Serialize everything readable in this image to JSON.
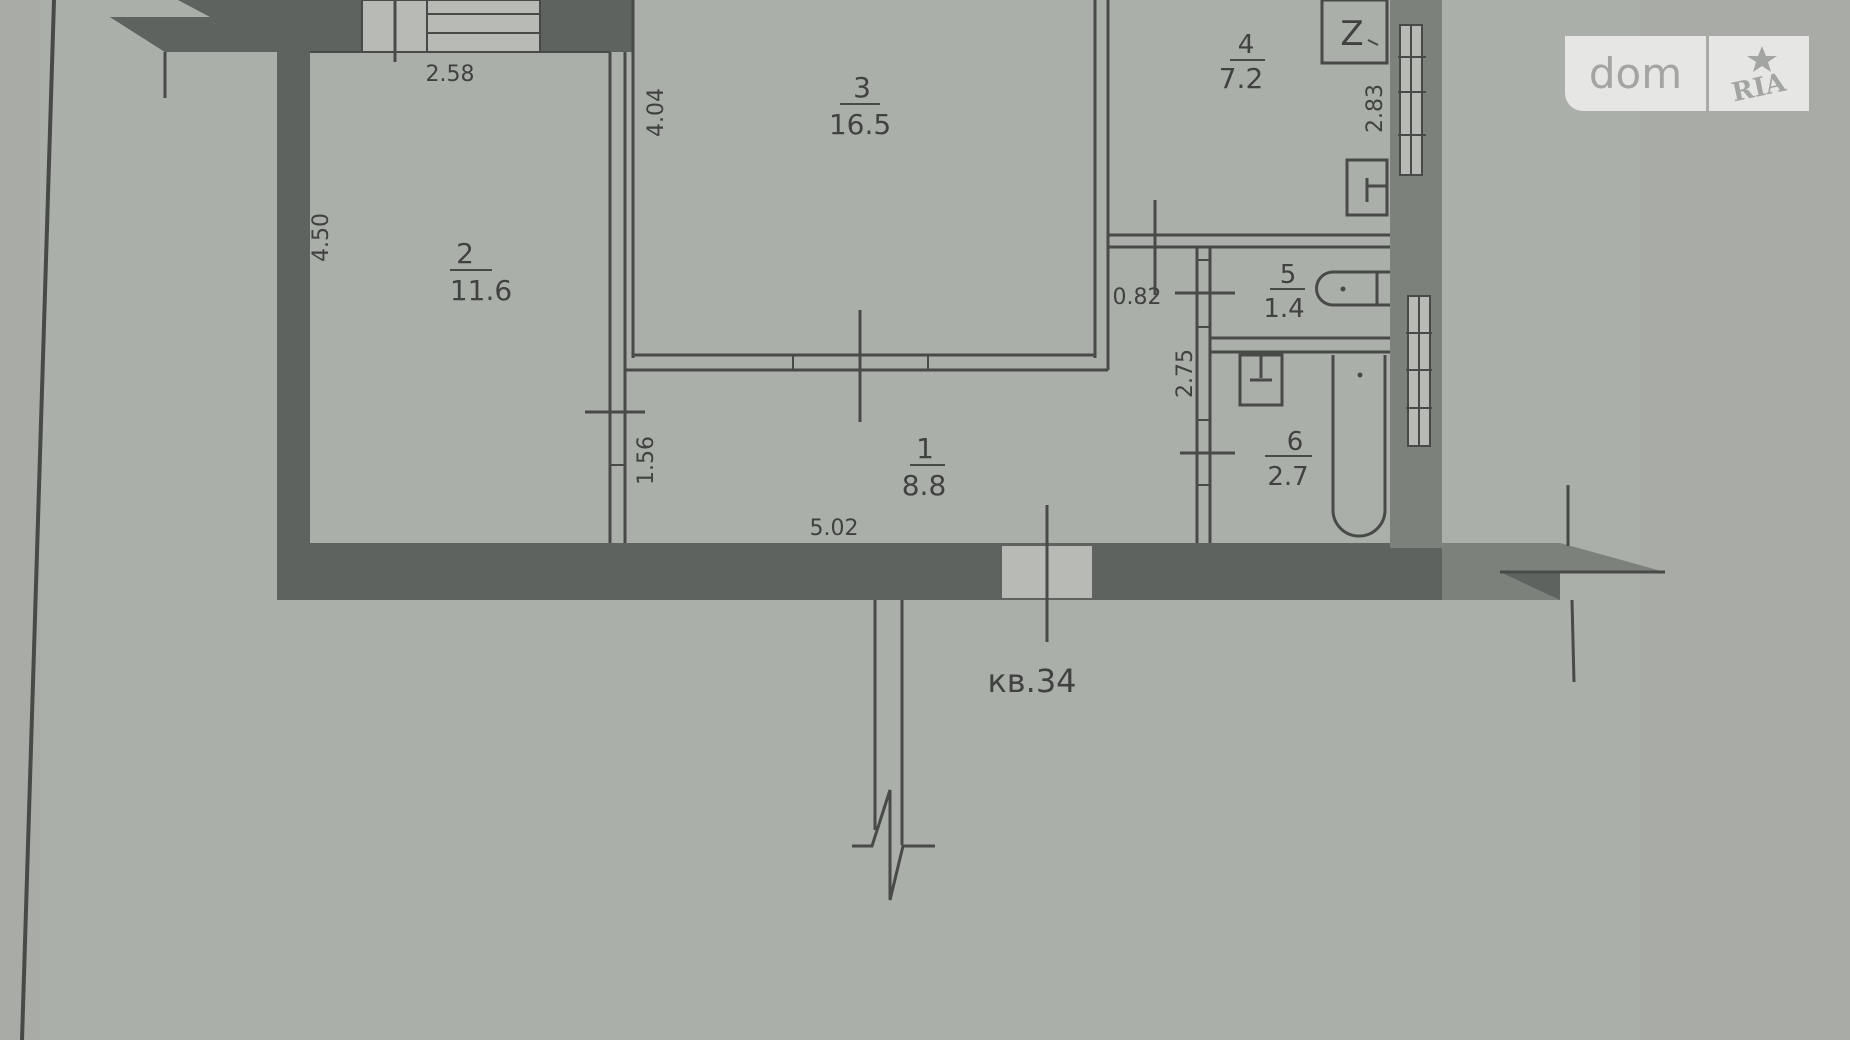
{
  "document": {
    "type": "apartment floor plan",
    "apartment_label": "кв.34"
  },
  "rooms": [
    {
      "number": "1",
      "area": "8.8"
    },
    {
      "number": "2",
      "area": "11.6"
    },
    {
      "number": "3",
      "area": "16.5"
    },
    {
      "number": "4",
      "area": "7.2"
    },
    {
      "number": "5",
      "area": "1.4"
    },
    {
      "number": "6",
      "area": "2.7"
    }
  ],
  "dimensions": {
    "room2_top": "2.58",
    "room2_side": "4.50",
    "room3_side": "4.04",
    "room4_side": "2.83",
    "bath_width": "0.82",
    "bath_length": "2.75",
    "hall_side": "1.56",
    "hall_bottom": "5.02"
  },
  "watermark": {
    "left_text": "dom",
    "right_text": "RIA",
    "icon": "star-icon"
  },
  "colors": {
    "paper": "#a9aca6",
    "wall_fill": "#5e635f",
    "wall_light": "#8d918c",
    "line": "#474a47",
    "logo_bg": "#e6e7e5",
    "logo_text": "#a3a5a2"
  }
}
